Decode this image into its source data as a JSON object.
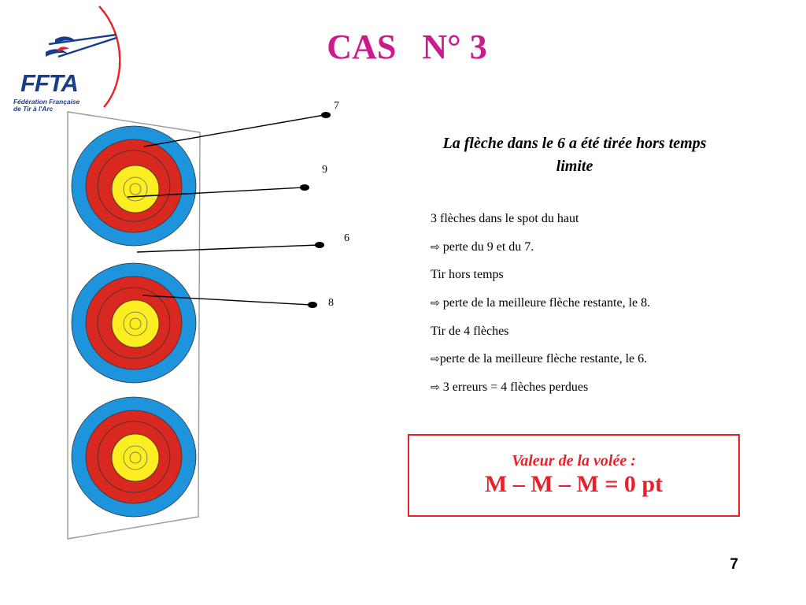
{
  "logo": {
    "word": "FFTA",
    "subtitle_line1": "Fédération Française",
    "subtitle_line2": "de Tir à l'Arc",
    "colors": {
      "blue": "#1a3c8c",
      "red": "#e8202a"
    }
  },
  "title": "CAS   N° 3",
  "title_color": "#cc1a8c",
  "target": {
    "spot_count": 3,
    "ring_colors": {
      "blue": "#1d94db",
      "red": "#d9281f",
      "yellow": "#fcee21"
    },
    "arrows": [
      {
        "score": "7",
        "spot": "top"
      },
      {
        "score": "9",
        "spot": "top"
      },
      {
        "score": "6",
        "spot": "top"
      },
      {
        "score": "8",
        "spot": "middle"
      }
    ]
  },
  "case": {
    "heading": "La flèche dans le 6 a été tirée hors temps limite",
    "notes": [
      {
        "arrow": false,
        "text": "3 flèches dans le spot du haut"
      },
      {
        "arrow": true,
        "text": " perte du 9 et du 7."
      },
      {
        "arrow": false,
        "text": "Tir hors temps"
      },
      {
        "arrow": true,
        "text": " perte de la meilleure flèche restante, le 8."
      },
      {
        "arrow": false,
        "text": "Tir de 4 flèches"
      },
      {
        "arrow": true,
        "text": "perte de la meilleure flèche restante, le 6."
      },
      {
        "arrow": true,
        "text": " 3 erreurs = 4 flèches perdues"
      }
    ]
  },
  "result": {
    "label": "Valeur de la volée :",
    "value": "M – M – M = 0 pt",
    "border_color": "#e8202a"
  },
  "page_number": "7",
  "icons": {
    "logo": "ffta-bow-logo",
    "note_arrow": "arrow-right-icon"
  }
}
